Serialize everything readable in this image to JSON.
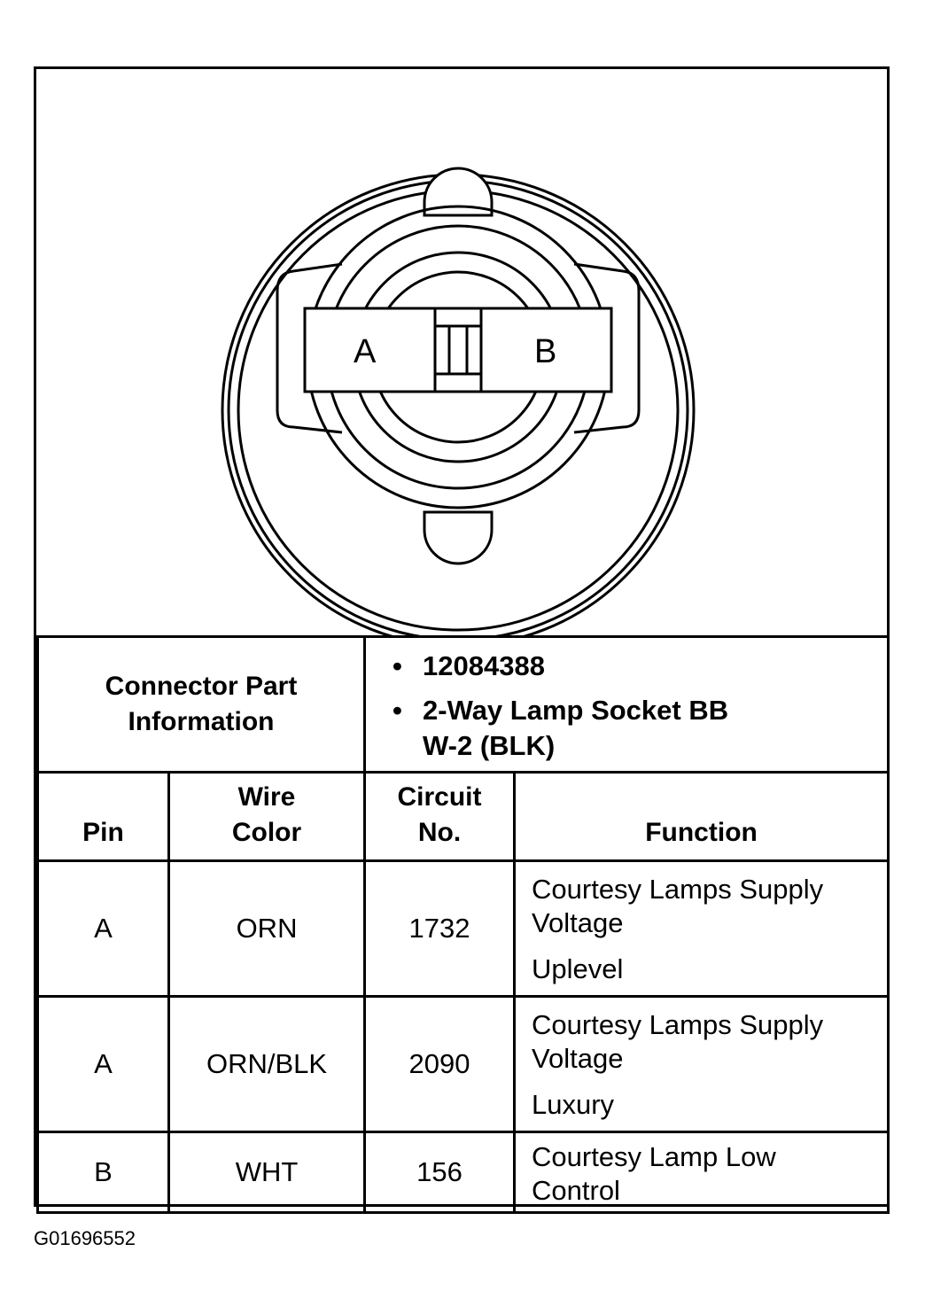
{
  "diagram": {
    "pin_a": "A",
    "pin_b": "B"
  },
  "connector_info": {
    "label_line1": "Connector Part",
    "label_line2": "Information",
    "bullets": [
      {
        "line1": "12084388",
        "line2": ""
      },
      {
        "line1": "2-Way Lamp Socket BB",
        "line2": "W-2 (BLK)"
      }
    ]
  },
  "table": {
    "headers": {
      "pin": "Pin",
      "wire_color_line1": "Wire",
      "wire_color_line2": "Color",
      "circuit_line1": "Circuit",
      "circuit_line2": "No.",
      "function": "Function"
    },
    "rows": [
      {
        "pin": "A",
        "wire_color": "ORN",
        "circuit": "1732",
        "function_line1": "Courtesy Lamps Supply",
        "function_line2": "Voltage",
        "function_note": "Uplevel"
      },
      {
        "pin": "A",
        "wire_color": "ORN/BLK",
        "circuit": "2090",
        "function_line1": "Courtesy Lamps Supply",
        "function_line2": "Voltage",
        "function_note": "Luxury"
      },
      {
        "pin": "B",
        "wire_color": "WHT",
        "circuit": "156",
        "function_line1": "Courtesy Lamp Low",
        "function_line2": "Control",
        "function_note": ""
      }
    ]
  },
  "footer": {
    "code": "G01696552"
  }
}
